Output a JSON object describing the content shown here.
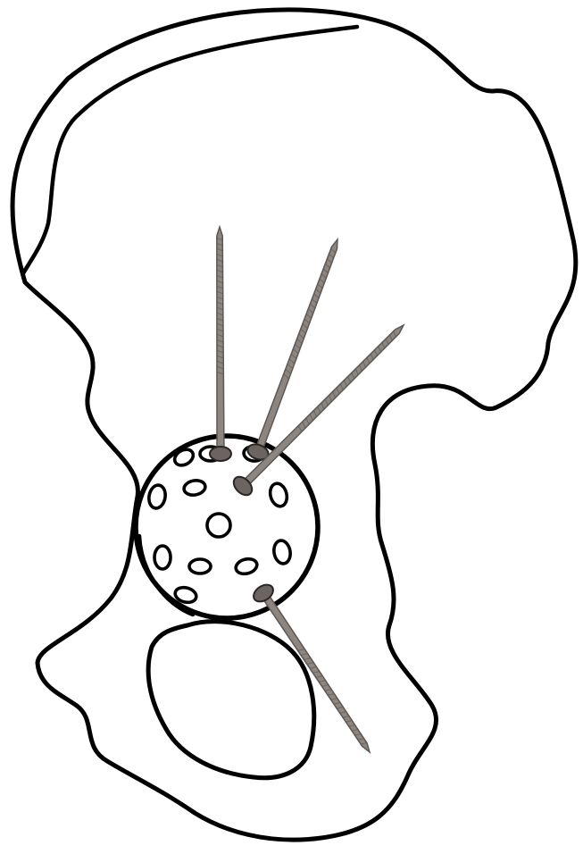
{
  "figure": {
    "subject": "hemipelvis-acetabular-cup-fixation",
    "colors": {
      "background": "#ffffff",
      "outline": "#000000",
      "screw_body": "#8c8580",
      "screw_edge": "#5e5853",
      "screw_head": "#6b6460"
    },
    "components": {
      "bone_outline": "ilium-outline",
      "iliac_crest": "iliac-crest-line",
      "cup": "acetabular-cup-shell",
      "obturator": "obturator-foramen",
      "screws": [
        "screw-1",
        "screw-2",
        "screw-3",
        "screw-4"
      ],
      "screw_count": 4,
      "cup_hole_count": 12
    }
  }
}
